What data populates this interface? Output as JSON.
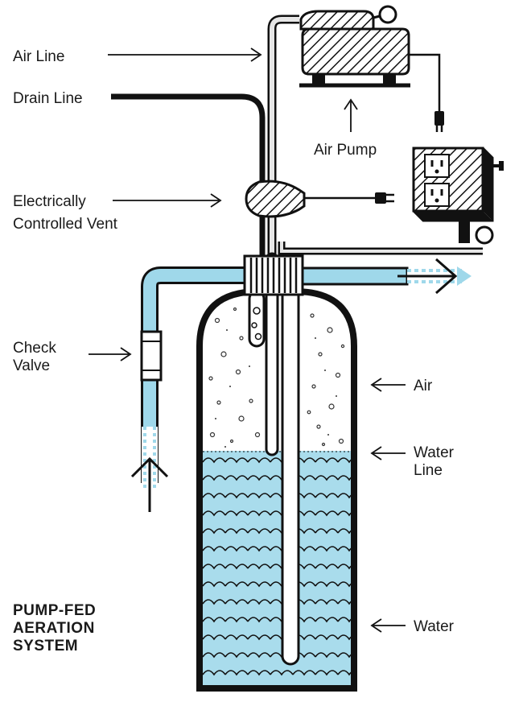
{
  "labels": {
    "air_line": "Air Line",
    "drain_line": "Drain Line",
    "vent_line1": "Electrically",
    "vent_line2": "Controlled Vent",
    "air_pump": "Air Pump",
    "check_valve_line1": "Check",
    "check_valve_line2": "Valve",
    "air": "Air",
    "water_line_line1": "Water",
    "water_line_line2": "Line",
    "water": "Water"
  },
  "title": {
    "line1": "PUMP-FED",
    "line2": "AERATION",
    "line3": "SYSTEM"
  },
  "colors": {
    "water": "#a9dcec",
    "water_pipe": "#9fd8ea",
    "outline": "#111111",
    "pipe_gray": "#cfcfcf",
    "background": "#ffffff"
  },
  "icons": [
    "air-pump-icon",
    "power-plug-icon",
    "wall-outlet-icon",
    "vent-valve-icon",
    "check-valve-icon"
  ]
}
